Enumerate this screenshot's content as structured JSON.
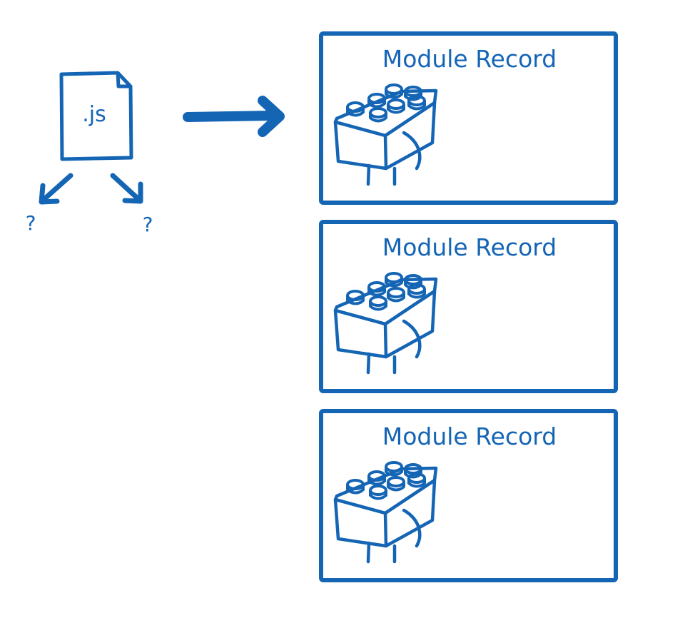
{
  "colors": {
    "ink": "#1565b5",
    "background": "#ffffff"
  },
  "file": {
    "label": ".js",
    "icon": "js-file-icon"
  },
  "branches": [
    {
      "label": "?"
    },
    {
      "label": "?"
    }
  ],
  "arrow": {
    "icon": "arrow-right-icon"
  },
  "records": [
    {
      "title": "Module Record",
      "icon": "lego-brick-icon"
    },
    {
      "title": "Module Record",
      "icon": "lego-brick-icon"
    },
    {
      "title": "Module Record",
      "icon": "lego-brick-icon"
    }
  ]
}
